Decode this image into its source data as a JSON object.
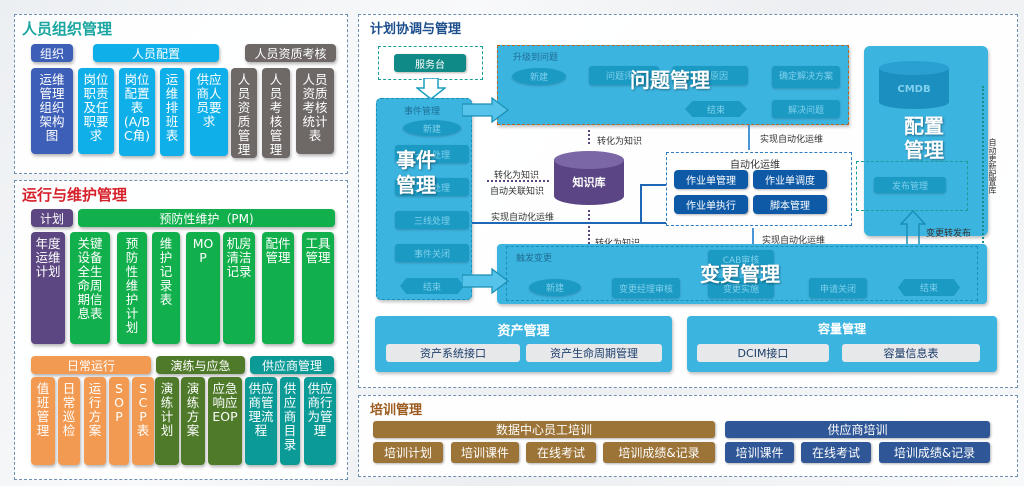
{
  "sections": {
    "personnel": {
      "title": "人员组织管理",
      "headers": [
        "组织",
        "人员配置",
        "人员资质考核"
      ],
      "items": [
        "运维管理组织架构图",
        "岗位职责及任职要求",
        "岗位配置表(A/BC角)",
        "运维排班表",
        "供应商人员要求",
        "人员资质管理",
        "人员考核管理",
        "人员资质考核统计表"
      ]
    },
    "operations": {
      "title": "运行与维护管理",
      "headers": [
        "计划",
        "预防性维护（PM)"
      ],
      "items": [
        "年度运维计划",
        "关键设备全生命周期信息表",
        "预防性维护计划",
        "维护记录表",
        "MOP",
        "机房清洁记录",
        "配件管理",
        "工具管理"
      ],
      "headers2": [
        "日常运行",
        "演练与应急",
        "供应商管理"
      ],
      "items2": [
        "值班管理",
        "日常巡检",
        "运行方案",
        "SOP",
        "SCP表",
        "演练计划",
        "演练方案",
        "应急响应EOP",
        "供应商管理流程",
        "供应商目录",
        "供应商行为管理"
      ]
    },
    "coordination": {
      "title": "计划协调与管理",
      "service_desk": "服务台",
      "incident": {
        "big_label": "事件管理",
        "header": "事件管理",
        "steps": [
          "新建",
          "一线处理",
          "二线处理",
          "三线处理",
          "事件关闭",
          "结束"
        ]
      },
      "problem": {
        "big_label": "问题管理",
        "trigger": "升级到问题",
        "steps": [
          "新建",
          "问题评审",
          "分析原因",
          "确定解决方案",
          "解决问题",
          "结束"
        ]
      },
      "knowledge": {
        "label": "知识库",
        "links": [
          "转化为知识",
          "转化为知识",
          "自动关联知识",
          "转化为知识"
        ]
      },
      "automation": {
        "title": "自动化运维",
        "buttons": [
          "作业单管理",
          "作业单调度",
          "作业单执行",
          "脚本管理"
        ],
        "links": [
          "实现自动化运维",
          "实现自动化运维",
          "实现自动化运维"
        ]
      },
      "config": {
        "big_label": "配置管理",
        "cmdb": "CMDB",
        "release": "发布管理",
        "auto_update": "自动更新配置库",
        "change_to_release": "变更转发布"
      },
      "change": {
        "big_label": "变更管理",
        "trigger": "触发变更",
        "steps": [
          "新建",
          "变更经理审核",
          "CAB审核",
          "变更实施",
          "申请关闭",
          "结束"
        ]
      },
      "asset": {
        "title": "资产管理",
        "items": [
          "资产系统接口",
          "资产生命周期管理"
        ]
      },
      "capacity": {
        "title": "容量管理",
        "items": [
          "DCIM接口",
          "容量信息表"
        ]
      }
    },
    "training": {
      "title": "培训管理",
      "dc": {
        "header": "数据中心员工培训",
        "items": [
          "培训计划",
          "培训课件",
          "在线考试",
          "培训成绩&记录"
        ]
      },
      "supplier": {
        "header": "供应商培训",
        "items": [
          "培训课件",
          "在线考试",
          "培训成绩&记录"
        ]
      }
    }
  },
  "colors": {
    "personnel_title": "#1aa5a0",
    "operations_title": "#d6202a",
    "coordination_title": "#1d4f8c",
    "training_title": "#9b5a1c"
  }
}
